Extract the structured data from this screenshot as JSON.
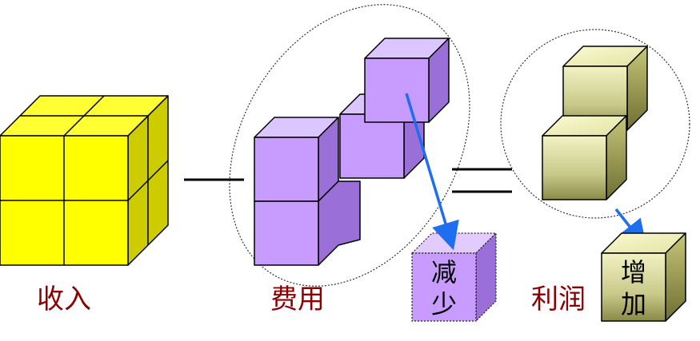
{
  "labels": {
    "income": "收入",
    "expense": "费用",
    "profit": "利润",
    "decrease_line1": "减",
    "decrease_line2": "少",
    "increase_line1": "增",
    "increase_line2": "加"
  },
  "operators": {
    "minus": "—",
    "equals": "="
  },
  "colors": {
    "income_cube": "#ffff00",
    "expense_cube": "#c89cff",
    "profit_cube": "#d8d890",
    "label_text": "#8b0000",
    "arrow": "#1e6ef0"
  }
}
